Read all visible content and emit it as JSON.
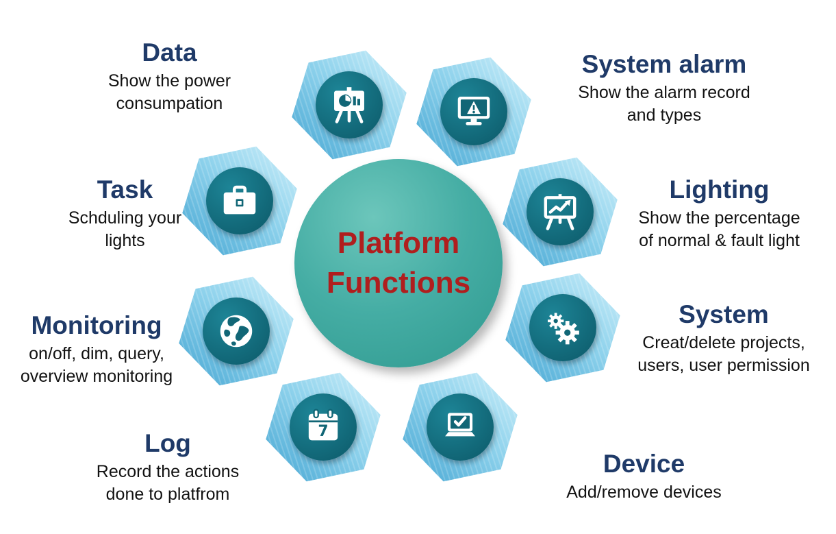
{
  "title": {
    "line1": "Platform",
    "line2": "Functions"
  },
  "functions": [
    {
      "label": "Data",
      "description": "Show the power\nconsumpation",
      "icon": "presentation-pie-chart-icon"
    },
    {
      "label": "System alarm",
      "description": "Show the alarm record\nand types",
      "icon": "alarm-monitor-icon"
    },
    {
      "label": "Task",
      "description": "Schduling your\nlights",
      "icon": "briefcase-icon"
    },
    {
      "label": "Lighting",
      "description": "Show the percentage\nof normal & fault light",
      "icon": "trend-chart-easel-icon"
    },
    {
      "label": "Monitoring",
      "description": "on/off, dim, query,\noverview monitoring",
      "icon": "globe-icon"
    },
    {
      "label": "System",
      "description": "Creat/delete projects,\nusers, user permission",
      "icon": "gears-icon"
    },
    {
      "label": "Log",
      "description": "Record the actions\ndone to platfrom",
      "icon": "calendar-icon"
    },
    {
      "label": "Device",
      "description": "Add/remove devices",
      "icon": "laptop-check-icon"
    }
  ],
  "colors": {
    "heading_navy": "#1f3a68",
    "description_black": "#121212",
    "center_title_red": "#b01e1e",
    "circle_teal_light": "#6cc6bb",
    "circle_teal_dark": "#2f998f",
    "hexagon_blue_light": "#c9edf9",
    "hexagon_blue_dark": "#49a8d4",
    "icon_circle_teal": "#116676",
    "icon_glyph_white": "#ffffff"
  }
}
